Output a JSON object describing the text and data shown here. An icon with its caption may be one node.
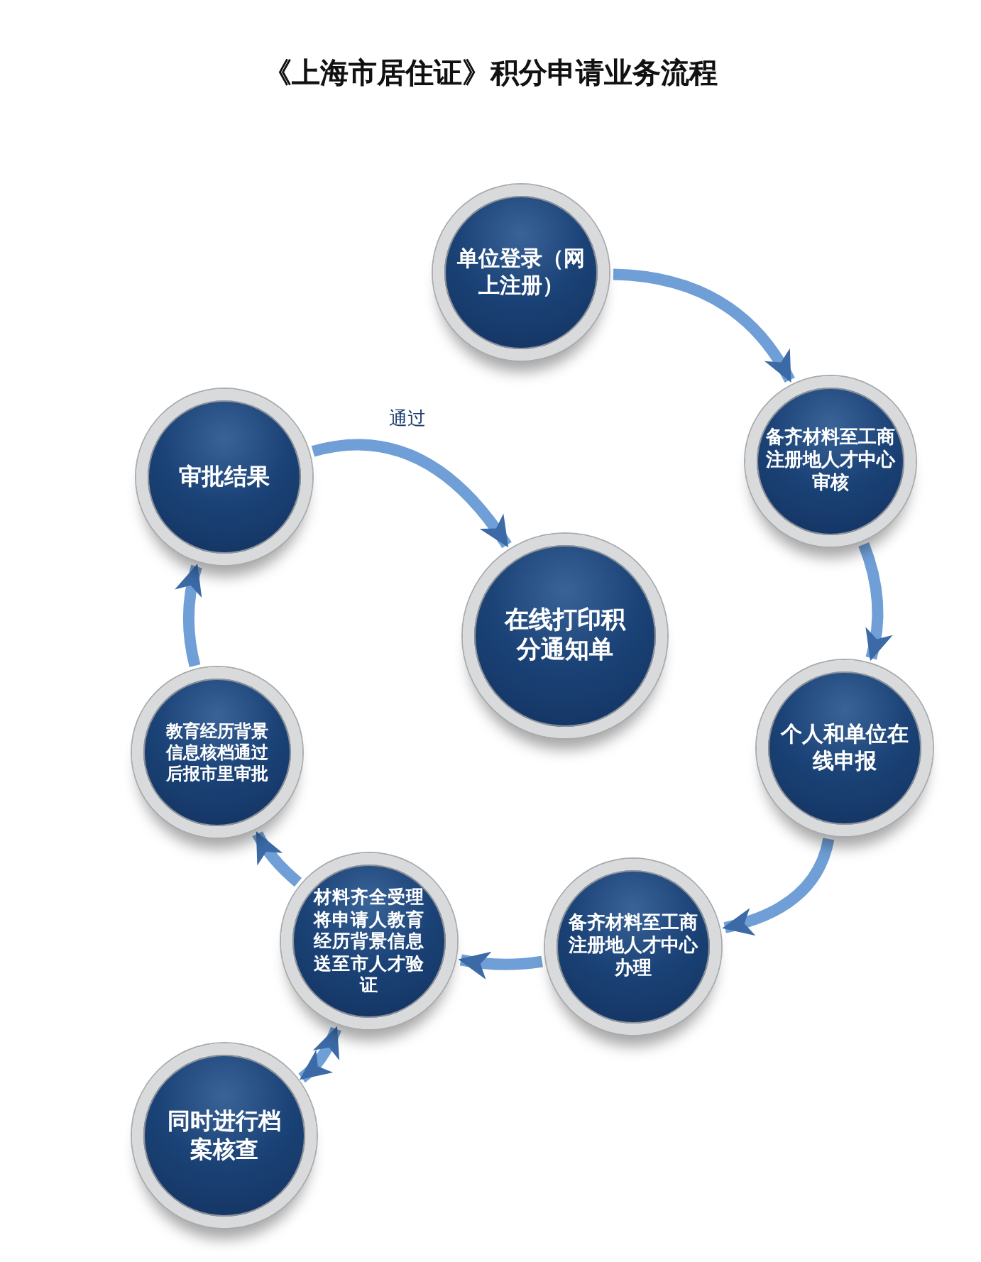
{
  "diagram": {
    "title": "《上海市居住证》积分申请业务流程",
    "nodes": [
      {
        "text": [
          "单位登录（网上注册）"
        ]
      },
      {
        "text": [
          "备齐材料至工商注册地人才中心审核"
        ]
      },
      {
        "text": [
          "个人和单位在线申报"
        ]
      },
      {
        "text": [
          "备齐材料至工商注册地人才中心办理"
        ]
      },
      {
        "text": [
          "材料齐全受理将申请人教育经历背景信息送至市人才验证"
        ]
      },
      {
        "text": [
          "教育经历背景信息核档通过后报市里审批"
        ]
      },
      {
        "text": [
          "审批结果"
        ]
      },
      {
        "text": [
          "在线打印积分通知单"
        ]
      },
      {
        "text": [
          "同时进行档案核查"
        ]
      }
    ],
    "edges": [
      {
        "from": 0,
        "to": 1,
        "arrow": "to"
      },
      {
        "from": 1,
        "to": 2,
        "arrow": "to"
      },
      {
        "from": 2,
        "to": 3,
        "arrow": "to"
      },
      {
        "from": 3,
        "to": 4,
        "arrow": "to"
      },
      {
        "from": 4,
        "to": 5,
        "arrow": "to"
      },
      {
        "from": 5,
        "to": 6,
        "arrow": "to"
      },
      {
        "from": 6,
        "to": 7,
        "arrow": "to",
        "label": "通过"
      },
      {
        "from": 8,
        "to": 4,
        "arrow": "both"
      }
    ]
  }
}
